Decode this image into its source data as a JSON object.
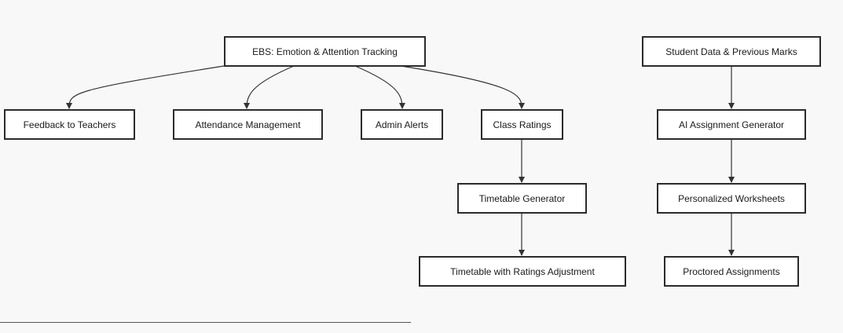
{
  "diagram": {
    "nodes": {
      "ebs": "EBS: Emotion & Attention Tracking",
      "feedback": "Feedback to Teachers",
      "attendance": "Attendance Management",
      "admin": "Admin Alerts",
      "class_ratings": "Class Ratings",
      "timetable_gen": "Timetable Generator",
      "timetable_adj": "Timetable with Ratings Adjustment",
      "student_data": "Student Data & Previous Marks",
      "ai_assign": "AI Assignment Generator",
      "worksheets": "Personalized Worksheets",
      "proctored": "Proctored Assignments"
    }
  },
  "colors": {
    "background": "#f8f8f8",
    "node_border": "#2b2b2b",
    "node_fill": "#ffffff",
    "edge": "#333333"
  }
}
